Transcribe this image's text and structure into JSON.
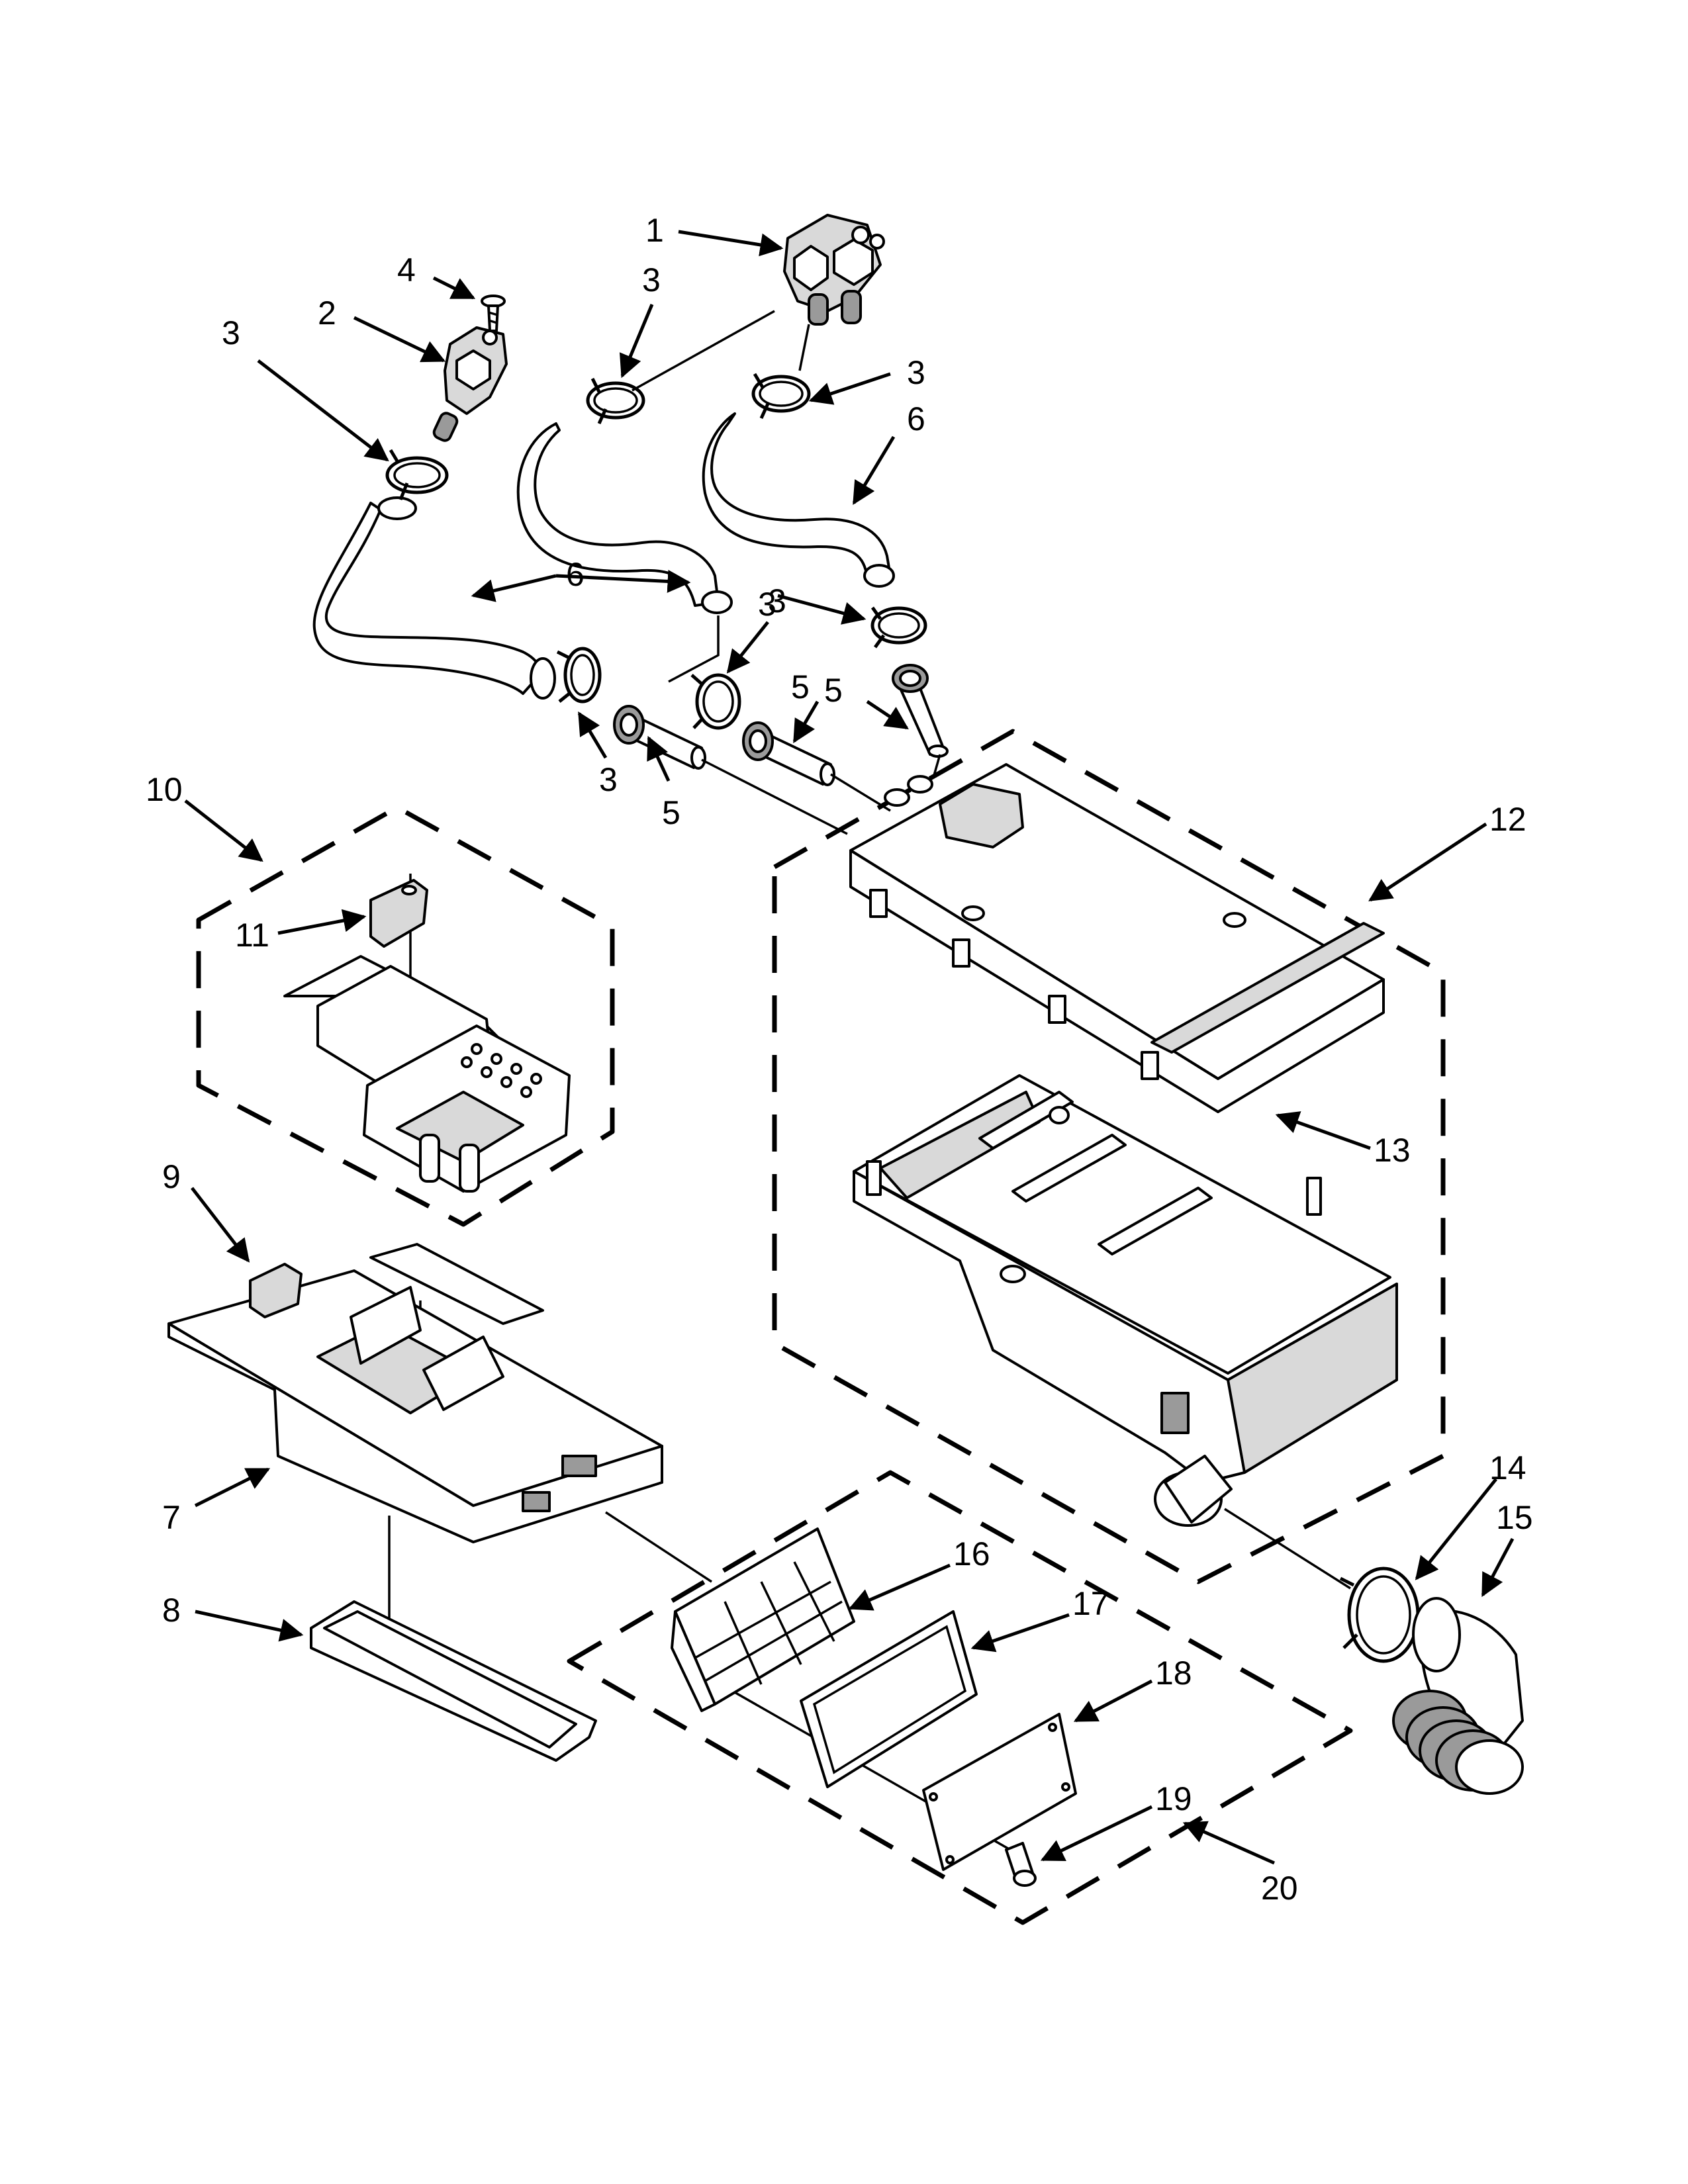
{
  "callouts": {
    "c1": "1",
    "c2": "2",
    "c3a": "3",
    "c3b": "3",
    "c3c": "3",
    "c3d": "3",
    "c3e": "3",
    "c3f": "3",
    "c4": "4",
    "c5a": "5",
    "c5b": "5",
    "c5c": "5",
    "c6a": "6",
    "c6b": "6",
    "c7": "7",
    "c8": "8",
    "c9": "9",
    "c10": "10",
    "c11": "11",
    "c12": "12",
    "c13": "13",
    "c14": "14",
    "c15": "15",
    "c16": "16",
    "c17": "17",
    "c18": "18",
    "c19": "19",
    "c20": "20"
  },
  "parts": [
    {
      "ref": "1",
      "name": "inlet-valve-dual"
    },
    {
      "ref": "2",
      "name": "inlet-valve-single"
    },
    {
      "ref": "3",
      "name": "hose-clamp"
    },
    {
      "ref": "4",
      "name": "screw"
    },
    {
      "ref": "5",
      "name": "tube-connector"
    },
    {
      "ref": "6",
      "name": "inlet-hose"
    },
    {
      "ref": "7",
      "name": "dispenser-drawer"
    },
    {
      "ref": "8",
      "name": "drawer-insert"
    },
    {
      "ref": "9",
      "name": "siphon-cap"
    },
    {
      "ref": "10",
      "name": "dispenser-cup-assembly"
    },
    {
      "ref": "11",
      "name": "cup-lid"
    },
    {
      "ref": "12",
      "name": "dispenser-housing-assembly"
    },
    {
      "ref": "13",
      "name": "housing-cover"
    },
    {
      "ref": "14",
      "name": "hose-clamp-large"
    },
    {
      "ref": "15",
      "name": "vent-bellows"
    },
    {
      "ref": "16",
      "name": "vent-grille"
    },
    {
      "ref": "17",
      "name": "vent-gasket"
    },
    {
      "ref": "18",
      "name": "vent-cover"
    },
    {
      "ref": "19",
      "name": "screw-small"
    },
    {
      "ref": "20",
      "name": "vent-kit"
    }
  ]
}
